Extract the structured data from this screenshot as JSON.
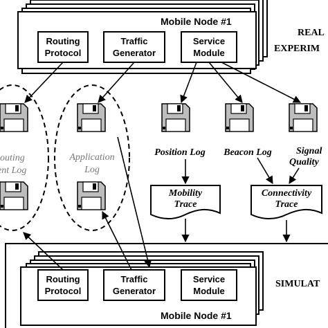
{
  "real": {
    "node_label": "Mobile Node #1",
    "modules": [
      {
        "line1": "Routing",
        "line2": "Protocol"
      },
      {
        "line1": "Traffic",
        "line2": "Generator"
      },
      {
        "line1": "Service",
        "line2": "Module"
      }
    ],
    "side_label_1": "REAL",
    "side_label_2": "EXPERIM"
  },
  "sim": {
    "node_label": "Mobile Node #1",
    "modules": [
      {
        "line1": "Routing",
        "line2": "Protocol"
      },
      {
        "line1": "Traffic",
        "line2": "Generator"
      },
      {
        "line1": "Service",
        "line2": "Module"
      }
    ],
    "side_label": "SIMULAT"
  },
  "logs": {
    "routing_line1": "outing",
    "routing_line2": "ent Log",
    "application_line1": "Application",
    "application_line2": "Log",
    "position": "Position Log",
    "beacon": "Beacon Log",
    "signal_line1": "Signal",
    "signal_line2": "Quality"
  },
  "traces": {
    "mobility_line1": "Mobility",
    "mobility_line2": "Trace",
    "connectivity_line1": "Connectivity",
    "connectivity_line2": "Trace"
  },
  "colors": {
    "stroke": "#000000",
    "disk_fill": "#bdbdbd",
    "gray_text": "#777777"
  }
}
